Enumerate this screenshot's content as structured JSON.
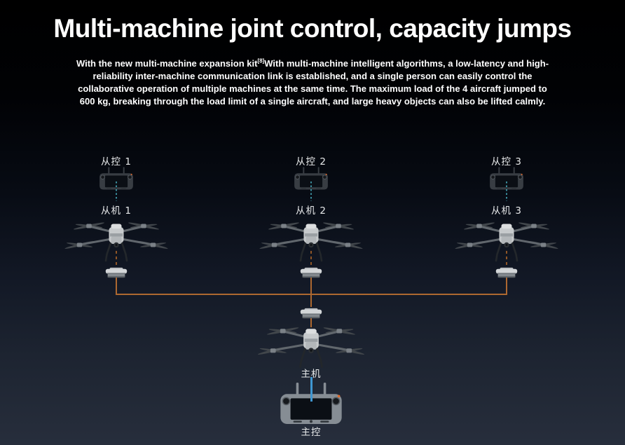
{
  "header": {
    "title": "Multi-machine joint control, capacity jumps",
    "description": {
      "before_sup": "With the new multi-machine expansion kit",
      "sup": "[8]",
      "after_sup": "With multi-machine intelligent algorithms, a low-latency and high-reliability inter-machine communication link is established, and a single person can easily control the collaborative operation of multiple machines at the same time. The maximum load of the 4 aircraft jumped to 600 kg, breaking through the load limit of a single aircraft, and large heavy objects can also be lifted calmly."
    }
  },
  "diagram": {
    "slave_units": [
      {
        "controller_label": "从控 1",
        "drone_label": "从机 1"
      },
      {
        "controller_label": "从控 2",
        "drone_label": "从机 2"
      },
      {
        "controller_label": "从控 3",
        "drone_label": "从机 3"
      }
    ],
    "master_unit": {
      "drone_label": "主机",
      "controller_label": "主控"
    },
    "colors": {
      "wired_link_orange": "#ad6830",
      "wired_link_orange_dashed": "#8f5526",
      "slave_wireless_link_teal": "#3a8c9b",
      "master_wireless_link_blue": "#3f97d2"
    }
  }
}
